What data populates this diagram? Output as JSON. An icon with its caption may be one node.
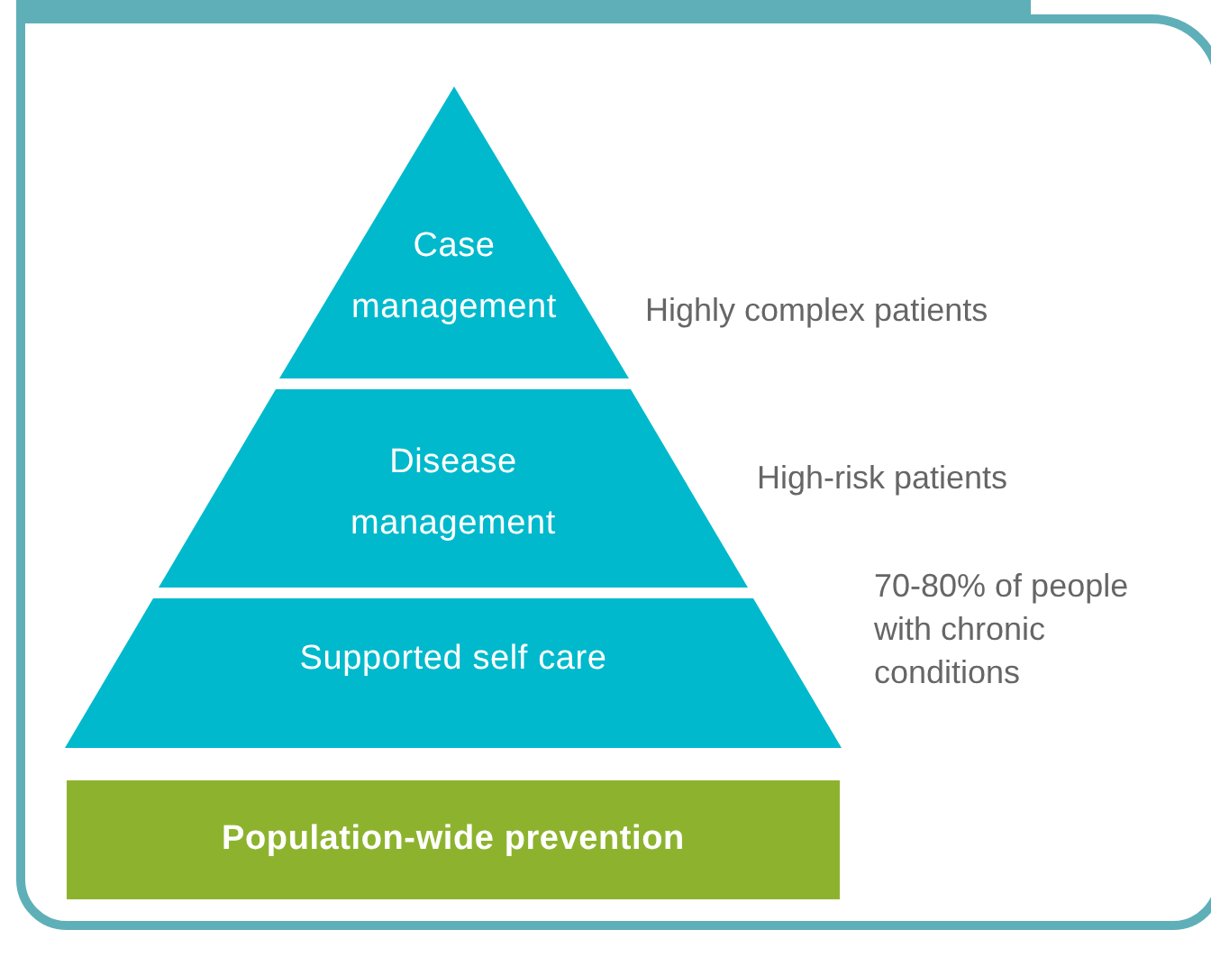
{
  "diagram": {
    "nodes": [
      {
        "text": [
          "Case management"
        ],
        "beside": [
          "Highly complex patients"
        ]
      },
      {
        "text": [
          "Disease management"
        ],
        "beside": [
          "High-risk patients"
        ]
      },
      {
        "text": [
          "Supported self care"
        ],
        "beside": [
          "70-80% of people with chronic conditions"
        ]
      },
      {
        "text": [
          "Population-wide prevention"
        ]
      }
    ]
  }
}
